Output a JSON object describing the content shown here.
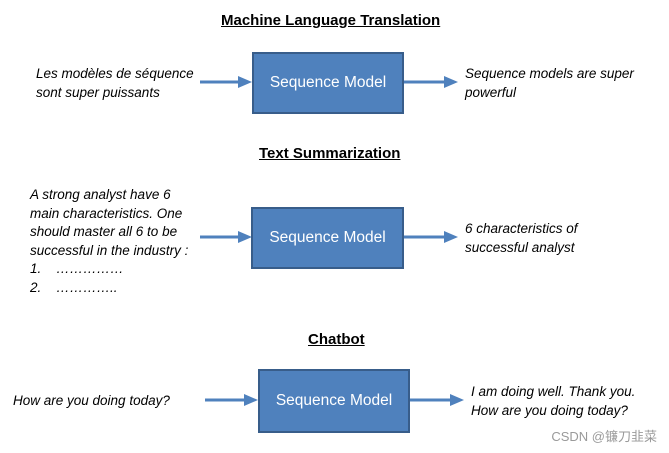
{
  "sections": [
    {
      "title": "Machine Language Translation",
      "input_lines": [
        "Les modèles de séquence",
        "sont super puissants"
      ],
      "model_label": "Sequence Model",
      "output_lines": [
        "Sequence models are super",
        "powerful"
      ]
    },
    {
      "title": "Text Summarization",
      "input_lines": [
        "A strong analyst have 6",
        "main characteristics. One",
        "should master all 6 to be",
        "successful in the industry :"
      ],
      "input_list": [
        {
          "num": "1.",
          "text": "……………"
        },
        {
          "num": "2.",
          "text": "………….."
        }
      ],
      "model_label": "Sequence Model",
      "output_lines": [
        "6 characteristics of",
        "successful analyst"
      ]
    },
    {
      "title": "Chatbot",
      "input_lines": [
        "How are you doing today?"
      ],
      "model_label": "Sequence Model",
      "output_lines": [
        "I am doing well. Thank you.",
        "How are you doing today?"
      ]
    }
  ],
  "watermark": "CSDN @镰刀韭菜",
  "colors": {
    "box_fill": "#4f81bd",
    "box_border": "#385d8a",
    "arrow": "#4f81bd"
  }
}
